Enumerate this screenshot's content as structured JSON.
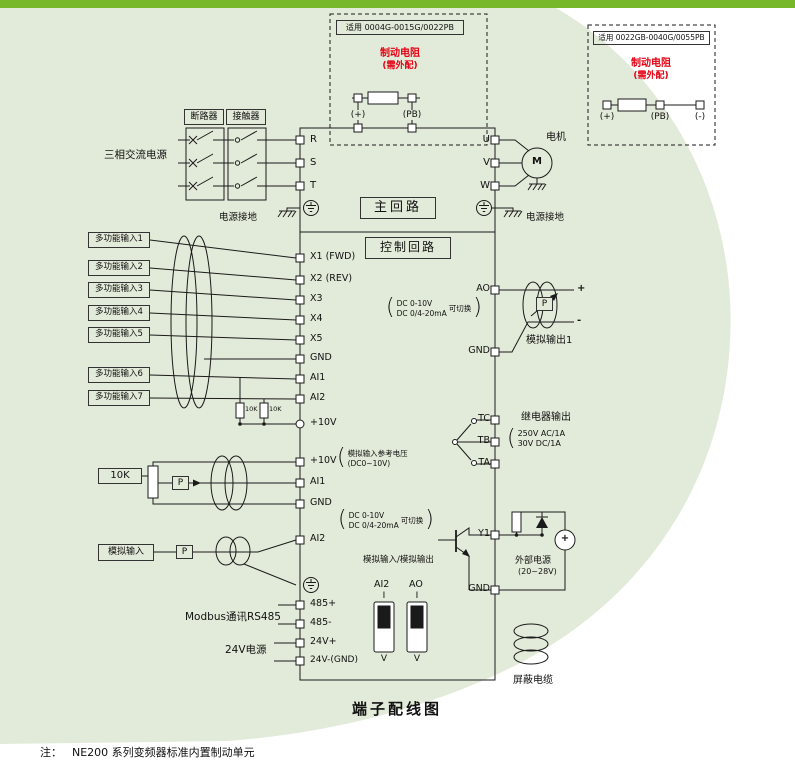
{
  "colors": {
    "accent_green": "#76b82a",
    "bg_green": "#e2ebd9",
    "red": "#e60012",
    "line": "#1a1a1a"
  },
  "brake_box1": {
    "applicable": "适用 0004G-0015G/0022PB",
    "name1": "制动电阻",
    "name2": "(需外配)",
    "t_plus": "(+)",
    "t_pb": "(PB)"
  },
  "brake_box2": {
    "applicable": "适用 0022GB-0040G/0055PB",
    "name1": "制动电阻",
    "name2": "(需外配)",
    "t_plus": "(+)",
    "t_pb": "(PB)",
    "t_minus": "(-)"
  },
  "power": {
    "breaker": "断路器",
    "contactor": "接触器",
    "source": "三相交流电源",
    "ground": "电源接地",
    "r": "R",
    "s": "S",
    "t": "T"
  },
  "blocks": {
    "main": "主回路",
    "control": "控制回路"
  },
  "motor_out": {
    "u": "U",
    "v": "V",
    "w": "W",
    "motor": "电机",
    "m": "M",
    "ground": "电源接地"
  },
  "di": {
    "inputs": [
      "多功能输入1",
      "多功能输入2",
      "多功能输入3",
      "多功能输入4",
      "多功能输入5",
      "多功能输入6",
      "多功能输入7"
    ],
    "x1": "X1 (FWD)",
    "x2": "X2 (REV)",
    "x3": "X3",
    "x4": "X4",
    "x5": "X5",
    "gnd": "GND",
    "ai1": "AI1",
    "ai2": "AI2",
    "p10v": "+10V",
    "pullup1": "10K",
    "pullup2": "10K"
  },
  "an": {
    "pot": "10K",
    "p": "P",
    "ref1": "模拟输入参考电压",
    "ref2": "(DC0~10V)",
    "p10v": "+10V",
    "ai1": "AI1",
    "gnd": "GND",
    "ai2": "AI2",
    "note_a": "DC   0-10V",
    "note_b": "DC 0/4-20mA",
    "note_c": "可切换",
    "input_label": "模拟输入",
    "p2": "P"
  },
  "ao": {
    "label": "AO",
    "gnd": "GND",
    "note_a": "DC   0-10V",
    "note_b": "DC 0/4-20mA",
    "note_c": "可切换",
    "out_label": "模拟输出1",
    "p": "P",
    "plus": "+",
    "minus": "-"
  },
  "relay": {
    "tc": "TC",
    "tb": "TB",
    "ta": "TA",
    "label": "继电器输出",
    "spec1": "250V   AC/1A",
    "spec2": "30V    DC/1A"
  },
  "y1": {
    "label": "Y1",
    "ext1": "外部电源",
    "ext2": "(20~28V)",
    "gnd": "GND",
    "plus": "+"
  },
  "sw": {
    "label": "模拟输入/模拟输出",
    "ai2": "AI2",
    "ao": "AO",
    "i": "I",
    "v": "V"
  },
  "comm": {
    "modbus": "Modbus通讯RS485",
    "p485": "485+",
    "n485": "485-",
    "v24p": "24V+",
    "v24n": "24V-(GND)",
    "v24_label": "24V电源"
  },
  "shield_cable": "屏蔽电缆",
  "title": "端子配线图",
  "note": {
    "prefix": "注：",
    "text": "NE200 系列变频器标准内置制动单元"
  }
}
